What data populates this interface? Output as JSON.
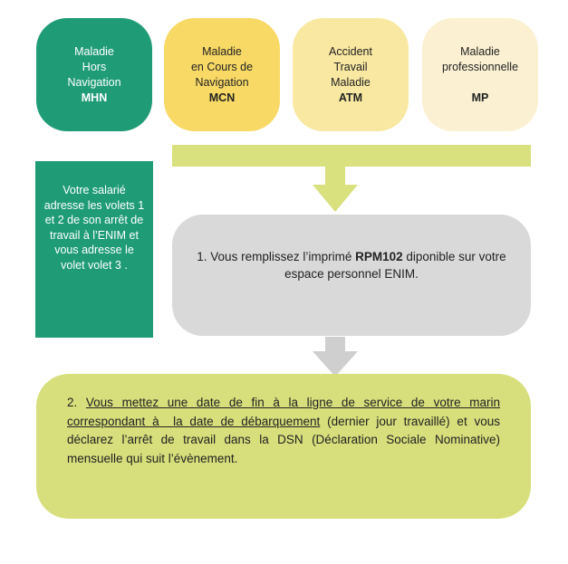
{
  "categories": [
    {
      "lines": [
        "Maladie",
        "Hors",
        "Navigation"
      ],
      "code": "MHN",
      "color": "#1f9c76"
    },
    {
      "lines": [
        "Maladie",
        "en Cours de",
        "Navigation"
      ],
      "code": "MCN",
      "color": "#f8d965"
    },
    {
      "lines": [
        "Accident",
        "Travail",
        "Maladie"
      ],
      "code": "ATM",
      "color": "#f9e8a1"
    },
    {
      "lines": [
        "Maladie",
        "professionnelle"
      ],
      "code": "MP",
      "color": "#fbf1d2"
    }
  ],
  "side_note": {
    "text": "Votre salarié adresse les volets 1 et 2 de son arrêt de travail à l’ENIM et vous adresse le volet volet 3 ."
  },
  "step1": {
    "before": "1. Vous remplissez l’imprimé ",
    "bold": "RPM102",
    "after": " diponible sur votre espace personnel ENIM."
  },
  "step2": {
    "number": "2. ",
    "underlined1": "Vous mettez une date de fin à la ligne de service de votre marin correspondant à",
    "gap": "  ",
    "underlined2": "la date de débarquement",
    "after": " (dernier jour travaillé) et vous déclarez l’arrêt de travail dans la DSN (Déclaration Sociale Nominative)  mensuelle qui suit l’évènement."
  },
  "colors": {
    "dark_green": "#1f9c76",
    "olive": "#d6df7b",
    "connector": "#d8e17d",
    "grey": "#d9d9d9",
    "arrow_grey": "#cfcfcf"
  }
}
